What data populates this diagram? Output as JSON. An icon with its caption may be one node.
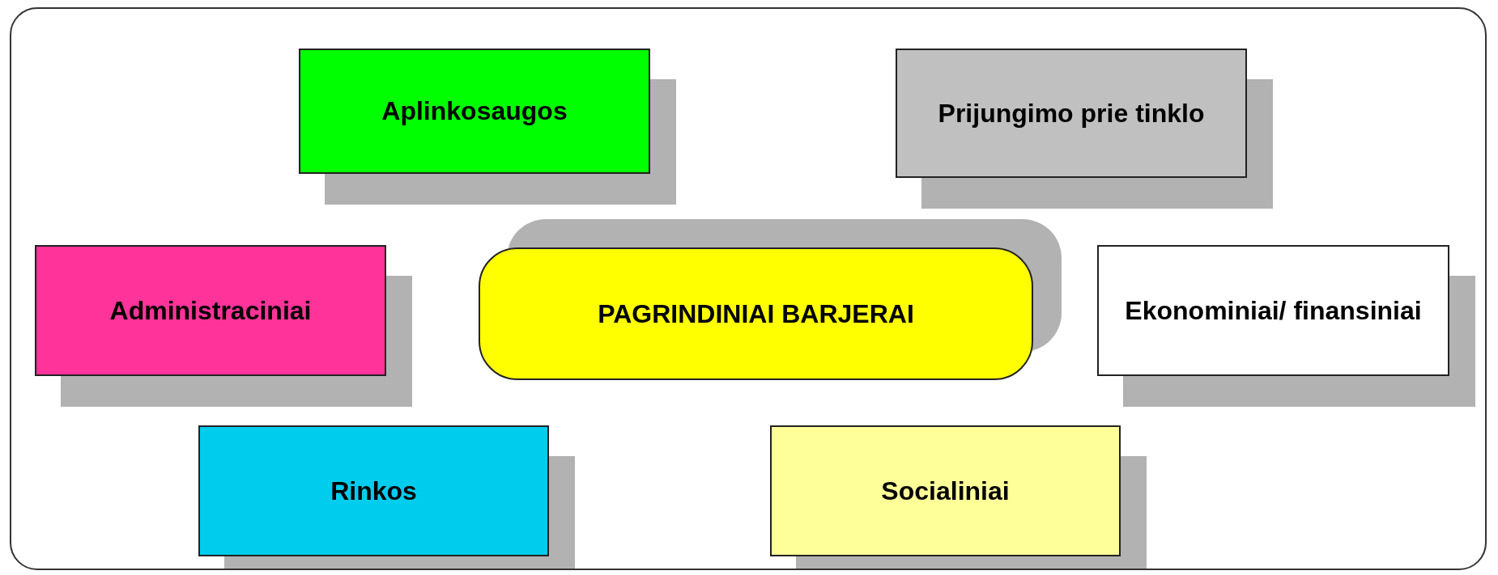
{
  "diagram": {
    "nodes": [
      {
        "text": [
          "Aplinkosaugos"
        ]
      },
      {
        "text": [
          "Prijungimo prie tinklo"
        ]
      },
      {
        "text": [
          "Administraciniai"
        ]
      },
      {
        "text": [
          "PAGRINDINIAI BARJERAI"
        ]
      },
      {
        "text": [
          "Ekonominiai/ finansiniai"
        ]
      },
      {
        "text": [
          "Rinkos"
        ]
      },
      {
        "text": [
          "Socialiniai"
        ]
      }
    ]
  }
}
